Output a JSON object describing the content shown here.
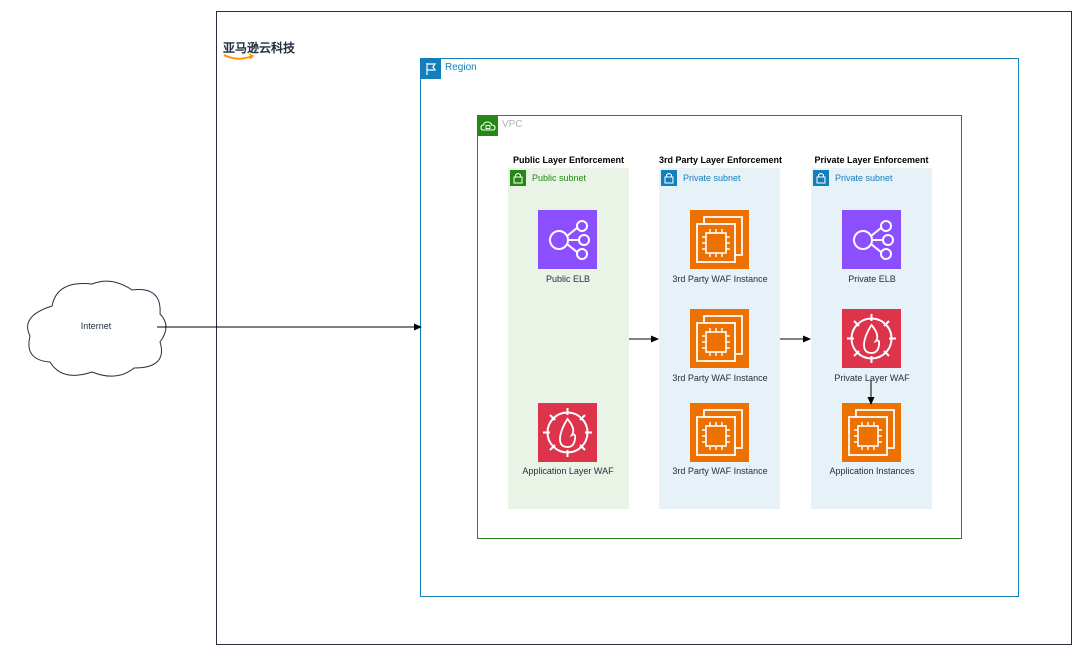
{
  "brand": {
    "logo_text": "亚马逊云科技"
  },
  "groups": {
    "region_label": "Region",
    "vpc_label": "VPC"
  },
  "columns": [
    {
      "title": "Public Layer Enforcement",
      "subnet_label": "Public subnet"
    },
    {
      "title": "3rd Party Layer Enforcement",
      "subnet_label": "Private subnet"
    },
    {
      "title": "Private Layer Enforcement",
      "subnet_label": "Private subnet"
    }
  ],
  "nodes": {
    "internet": "Internet",
    "public_elb": "Public ELB",
    "app_layer_waf": "Application Layer WAF",
    "waf_instance_1": "3rd Party WAF Instance",
    "waf_instance_2": "3rd Party WAF Instance",
    "waf_instance_3": "3rd Party WAF Instance",
    "private_elb": "Private ELB",
    "private_layer_waf": "Private Layer WAF",
    "app_instances": "Application Instances"
  },
  "colors": {
    "elb": "#8c4fff",
    "waf": "#dd344c",
    "ec2": "#ed7100",
    "region": "#147eba",
    "vpc": "#248814",
    "public_subnet": "#248814",
    "private_subnet": "#147eba"
  },
  "icons": {
    "elb": "load-balancer-icon",
    "waf": "waf-firewall-icon",
    "ec2": "ec2-instance-icon",
    "region": "region-flag-icon",
    "vpc": "vpc-cloud-icon",
    "subnet": "lock-icon",
    "internet": "cloud-icon"
  }
}
